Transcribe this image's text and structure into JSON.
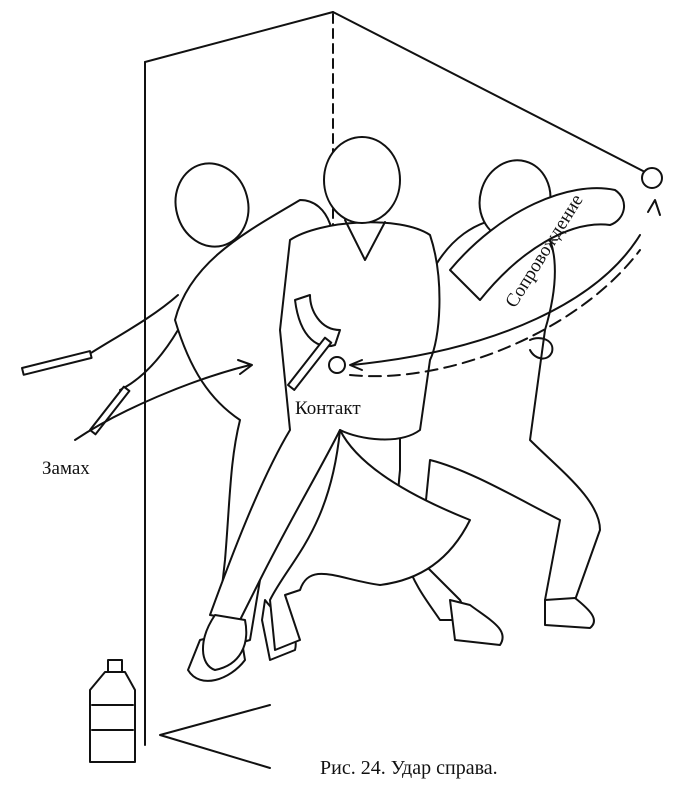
{
  "labels": {
    "backswing": "Замах",
    "contact": "Контакт",
    "follow_through": "Сопровождение"
  },
  "caption": "Рис. 24. Удар справа."
}
